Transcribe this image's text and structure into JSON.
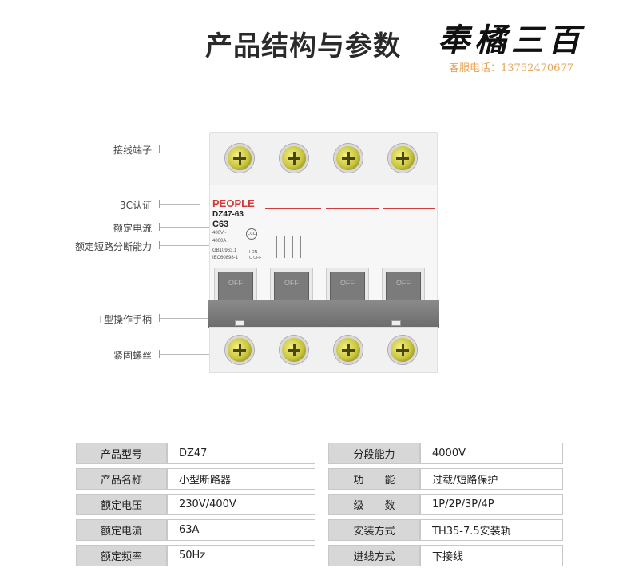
{
  "header": {
    "title": "产品结构与参数",
    "brand": "奉橘三百",
    "service": "客服电话：13752470677"
  },
  "callouts": [
    {
      "label": "接线端子"
    },
    {
      "label": "3C认证"
    },
    {
      "label": "额定电流"
    },
    {
      "label": "额定短路分断能力"
    },
    {
      "label": "T型操作手柄"
    },
    {
      "label": "紧固螺丝"
    }
  ],
  "device": {
    "brand": "PEOPLE",
    "model": "DZ47-63",
    "rating": "C63",
    "voltage": "400V~",
    "breaking": "4000A",
    "standard1": "GB10963.1",
    "standard2": "IEC60898-1",
    "ccc": "CCC",
    "on_label": "I ON",
    "off_label": "O OFF",
    "handle_text": "OFF"
  },
  "specs": [
    {
      "label": "产品型号",
      "value": "DZ47",
      "label2": "分段能力",
      "value2": "4000V"
    },
    {
      "label": "产品名称",
      "value": "小型断路器",
      "label2": "功　　能",
      "value2": "过载/短路保护"
    },
    {
      "label": "额定电压",
      "value": "230V/400V",
      "label2": "级　　数",
      "value2": "1P/2P/3P/4P"
    },
    {
      "label": "额定电流",
      "value": "63A",
      "label2": "安装方式",
      "value2": "TH35-7.5安装轨"
    },
    {
      "label": "额定频率",
      "value": "50Hz",
      "label2": "进线方式",
      "value2": "下接线"
    }
  ],
  "colors": {
    "accent_red": "#d23a3a",
    "service_text": "#e7a45a",
    "table_label_bg": "#d7d7d7"
  }
}
